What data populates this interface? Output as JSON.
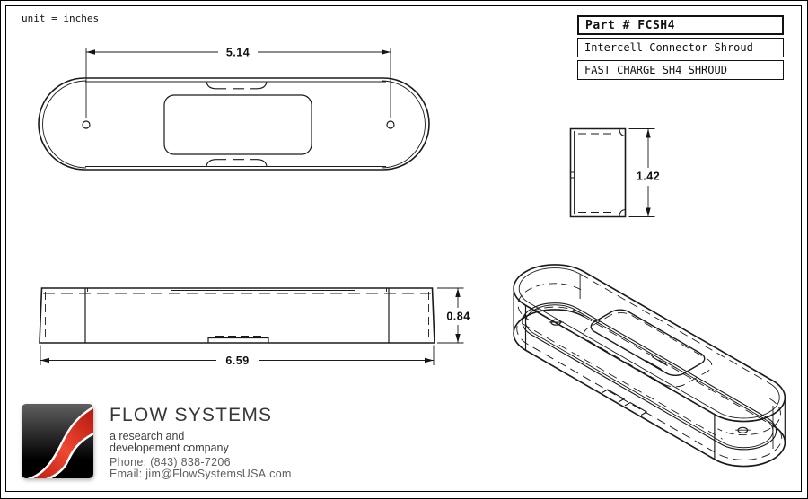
{
  "sheet": {
    "unit_label": "unit = inches"
  },
  "title_block": {
    "part_number": "Part # FCSH4",
    "description": "Intercell Connector Shroud",
    "product_title": "FAST CHARGE SH4 SHROUD"
  },
  "views": {
    "top": {
      "hole_spacing": "5.14"
    },
    "end": {
      "height": "1.42"
    },
    "front": {
      "height": "0.84",
      "length": "6.59"
    }
  },
  "logo": {
    "company": "FLOW SYSTEMS",
    "tagline_line1": "a research and",
    "tagline_line2": "developement company",
    "phone": "Phone: (843) 838-7206",
    "email": "Email: jim@FlowSystemsUSA.com",
    "colors": {
      "red_light": "#ef4833",
      "red_dark": "#b5160d",
      "square_top": "#5f5f5f",
      "square_bottom": "#000000",
      "line_color": "#1b1b1b"
    }
  }
}
